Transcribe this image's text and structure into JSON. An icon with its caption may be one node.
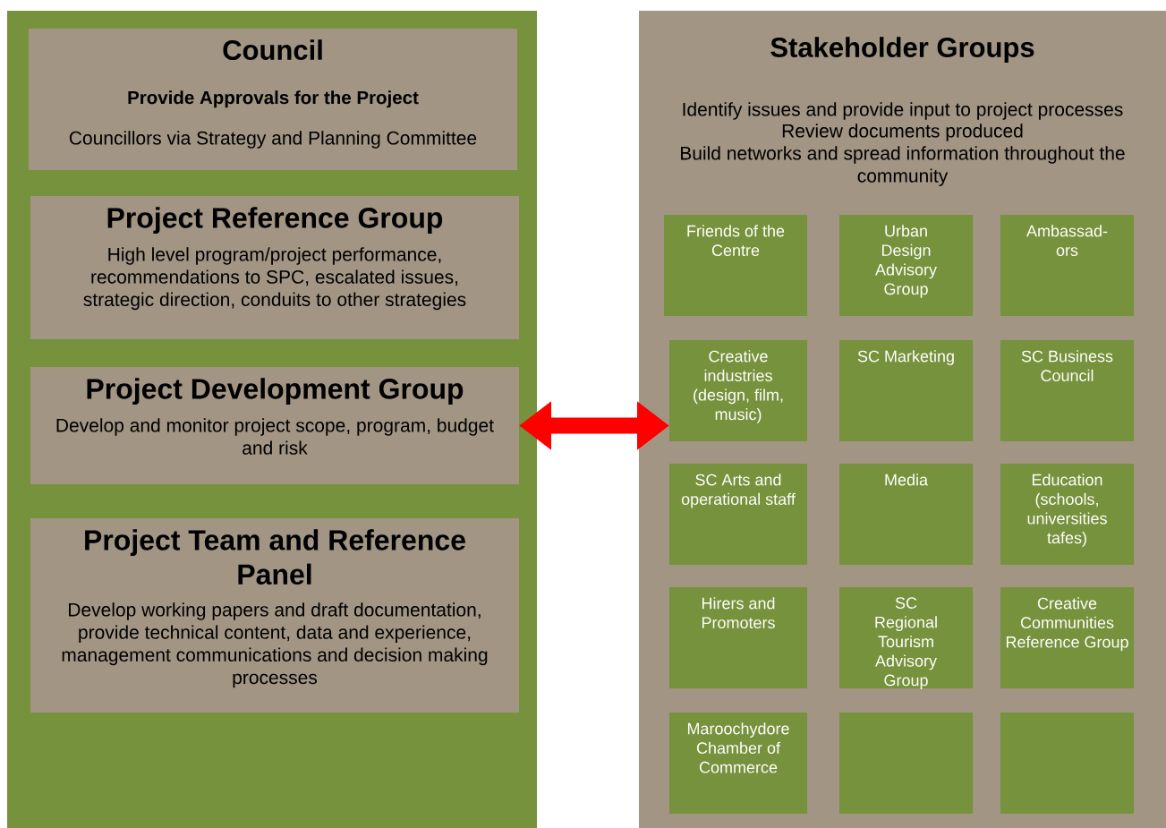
{
  "diagram": {
    "nodes": [
      {
        "text": [],
        "shape": "box"
      },
      {
        "text": [
          "Council",
          "Provide Approvals for the Project",
          "Councillors via Strategy and Planning Committee"
        ],
        "in": 0
      },
      {
        "text": [
          "Project Reference Group",
          "High level program/project performance, recommendations to SPC, escalated issues, strategic direction, conduits to other strategies"
        ],
        "in": 0
      },
      {
        "text": [
          "Project Development Group",
          "Develop and monitor project scope, program, budget and risk"
        ],
        "in": 0
      },
      {
        "text": [
          "Project Team and Reference Panel",
          "Develop working papers and draft documentation, provide technical content, data and experience, management communications and decision making processes"
        ],
        "in": 0
      },
      {
        "text": [
          "Stakeholder Groups",
          "Identify issues and provide input to project processes",
          "Review documents produced",
          "Build networks and spread information throughout the community"
        ]
      },
      {
        "text": [
          "Friends of the Centre"
        ],
        "in": 5
      },
      {
        "text": [
          "Urban Design Advisory Group"
        ],
        "in": 5
      },
      {
        "text": [
          "Ambassad-ors"
        ],
        "in": 5
      },
      {
        "text": [
          "Creative industries (design, film, music)"
        ],
        "in": 5
      },
      {
        "text": [
          "SC Marketing"
        ],
        "in": 5
      },
      {
        "text": [
          "SC Business Council"
        ],
        "in": 5
      },
      {
        "text": [
          "SC Arts and operational staff"
        ],
        "in": 5
      },
      {
        "text": [
          "Media"
        ],
        "in": 5
      },
      {
        "text": [
          "Education (schools, universities tafes)"
        ],
        "in": 5
      },
      {
        "text": [
          "Hirers and Promoters"
        ],
        "in": 5
      },
      {
        "text": [
          "SC Regional Tourism Advisory Group"
        ],
        "in": 5
      },
      {
        "text": [
          "Creative Communities Reference Group"
        ],
        "in": 5
      },
      {
        "text": [
          "Maroochydore Chamber of Commerce"
        ],
        "in": 5
      },
      {
        "text": [],
        "shape": "box",
        "in": 5
      },
      {
        "text": [],
        "shape": "box",
        "in": 5
      }
    ],
    "edges": [
      {
        "from": 3,
        "to": 9,
        "arrow": "both",
        "color": "#ff0000"
      }
    ]
  }
}
